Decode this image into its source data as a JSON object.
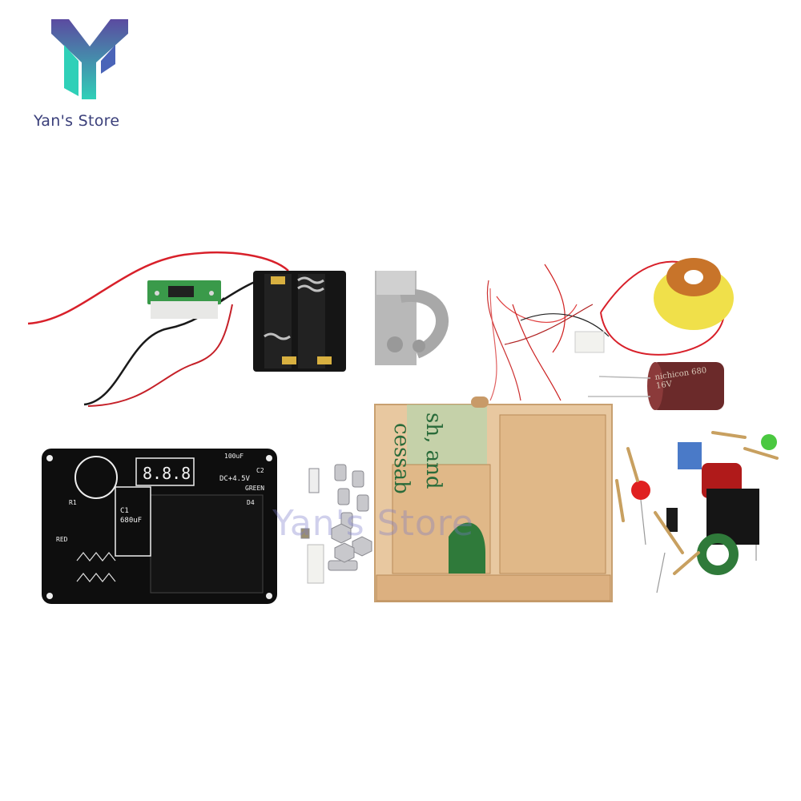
{
  "brand": {
    "name": "Yan's Store",
    "watermark_text": "Yan's Store",
    "colors": {
      "logo_top": "#5b4aa0",
      "logo_bottom": "#2fd0b8",
      "text": "#3a3f7a"
    }
  },
  "sticker": {
    "line1": "cessab",
    "line2": "sh, and"
  },
  "pcb": {
    "display_text": "8.8.8",
    "labels": [
      "DC+4.5V",
      "C1",
      "680uF",
      "RED",
      "GREEN",
      "100uF",
      "D4",
      "R1",
      "C2"
    ]
  },
  "capacitor": {
    "marking": "nichicon 680 16V"
  },
  "icons": [
    "yans-store-logo-icon"
  ]
}
